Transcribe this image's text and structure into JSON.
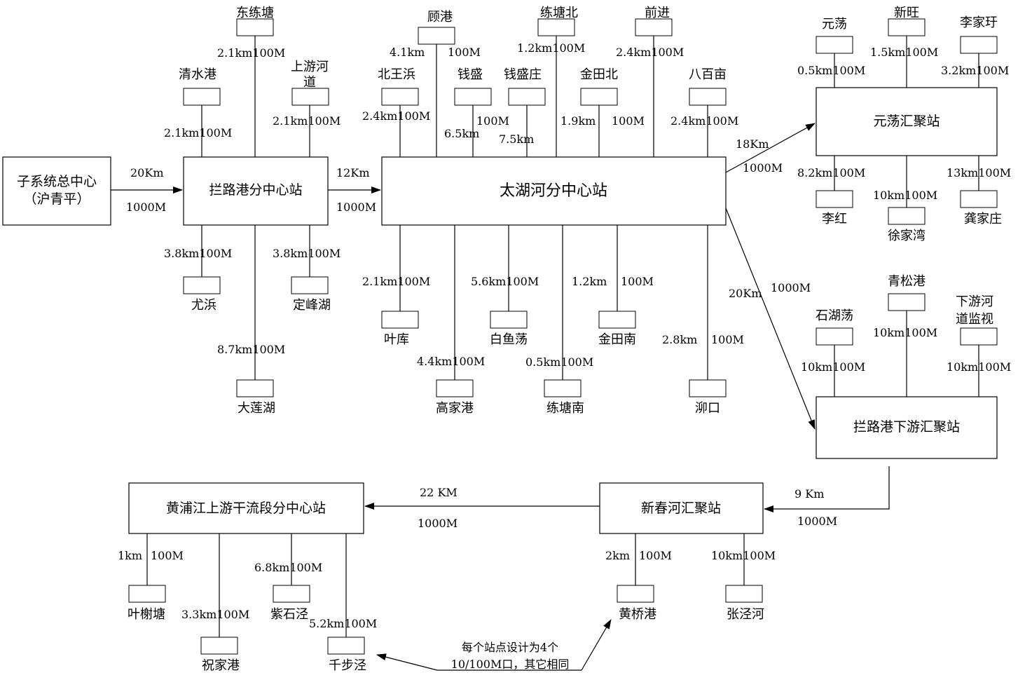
{
  "main_nodes": {
    "zongzhongxin_line1": "子系统总中心",
    "zongzhongxin_line2": "（沪青平）",
    "lanlugang": "拦路港分中心站",
    "taihuhe": "太湖河分中心站",
    "yuandang_hub": "元荡汇聚站",
    "lanlugang_xiayou_hub": "拦路港下游汇聚站",
    "xinchunhe_hub": "新春河汇聚站",
    "huangpujiang": "黄浦江上游干流段分中心站"
  },
  "trunk_links": {
    "zong_to_lan_dist": "20Km",
    "zong_to_lan_bw": "1000M",
    "lan_to_tai_dist": "12Km",
    "lan_to_tai_bw": "1000M",
    "tai_to_yuan_dist": "18Km",
    "tai_to_yuan_bw": "1000M",
    "tai_to_lanxia_dist": "20Km",
    "tai_to_lanxia_bw": "1000M",
    "lanxia_to_xin_dist": "9 Km",
    "lanxia_to_xin_bw": "1000M",
    "xin_to_huang_dist": "22 KM",
    "xin_to_huang_bw": "1000M"
  },
  "lanlugang_sites": {
    "dongliantang": "东练塘",
    "dongliantang_link": "2.1km100M",
    "qingshuigang": "清水港",
    "qingshuigang_link": "2.1km100M",
    "shangyouhedao_line1": "上游河",
    "shangyouhedao_line2": "道",
    "shangyouhedao_link": "2.1km100M",
    "youbang": "尤浜",
    "youbang_link": "3.8km100M",
    "dingfenghu": "定峰湖",
    "dingfenghu_link": "3.8km100M",
    "dalianhu": "大莲湖",
    "dalianhu_link": "8.7km100M"
  },
  "taihuhe_sites_top": {
    "beiwangbang": "北王浜",
    "beiwangbang_link": "2.4km100M",
    "gugang": "顾港",
    "gugang_dist": "4.1km",
    "gugang_bw": "100M",
    "qiansheng": "钱盛",
    "qiansheng_bw": "100M",
    "qiansheng_dist": "6.5km",
    "qianshengzhuang": "钱盛庄",
    "qianshengzhuang_dist": "7.5km",
    "liantangbei": "练塘北",
    "liantangbei_link": "1.2km100M",
    "jintianbei": "金田北",
    "jintianbei_dist": "1.9km",
    "jintianbei_bw": "100M",
    "qianjin": "前进",
    "qianjin_link": "2.4km100M",
    "baibaimu": "八百亩",
    "baibaimu_link": "2.4km100M"
  },
  "taihuhe_sites_bottom": {
    "yeku": "叶库",
    "yeku_link": "2.1km100M",
    "gaojiagang": "高家港",
    "gaojiagang_link": "4.4km100M",
    "baiyudang": "白鱼荡",
    "baiyudang_link": "5.6km100M",
    "liantangnan": "练塘南",
    "liantangnan_link": "0.5km100M",
    "jintiannan": "金田南",
    "jintiannan_dist": "1.2km",
    "jintiannan_bw": "100M",
    "maokou": "泖口",
    "maokou_dist": "2.8km",
    "maokou_bw": "100M"
  },
  "yuandang_sites": {
    "yuandang": "元荡",
    "yuandang_link": "0.5km100M",
    "xinwang": "新旺",
    "xinwang_link": "1.5km100M",
    "lijiayu": "李家玗",
    "lijiayu_link": "3.2km100M",
    "lihong": "李红",
    "lihong_link": "8.2km100M",
    "xujiawan": "徐家湾",
    "xujiawan_link": "10km100M",
    "gongjiazhuang": "龚家庄",
    "gongjiazhuang_link": "13km100M"
  },
  "lanxia_sites": {
    "shihudang": "石湖荡",
    "shihudang_link": "10km100M",
    "qingsonggang": "青松港",
    "qingsonggang_link": "10km100M",
    "xiayouhedao_line1": "下游河",
    "xiayouhedao_line2": "道监视",
    "xiayouhedao_link": "10km100M"
  },
  "huangpu_sites": {
    "yexietang": "叶榭塘",
    "yexietang_dist": "1km",
    "yexietang_bw": "100M",
    "zhujiagang": "祝家港",
    "zhujiagang_link": "3.3km100M",
    "zishijing": "紫石泾",
    "zishijing_link": "6.8km100M",
    "qianbujing": "千步泾",
    "qianbujing_link": "5.2km100M"
  },
  "xinchun_sites": {
    "huangqiaogang": "黄桥港",
    "huangqiaogang_dist": "2km",
    "huangqiaogang_bw": "100M",
    "zhangjinghe": "张泾河",
    "zhangjinghe_link": "10km100M"
  },
  "note": {
    "line1": "每个站点设计为4个",
    "line2": "10/100M口，其它相同"
  }
}
